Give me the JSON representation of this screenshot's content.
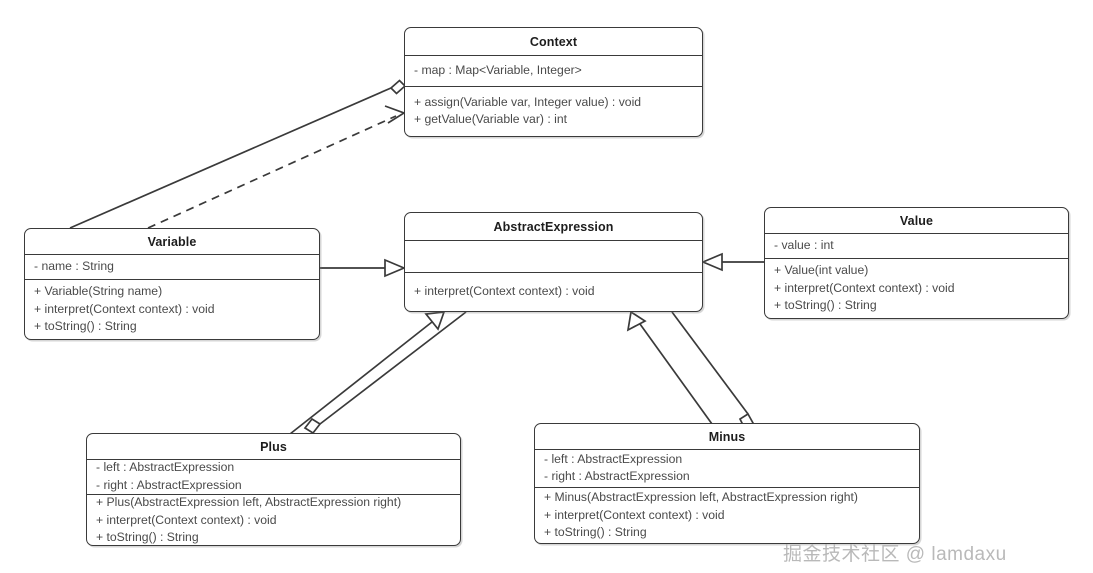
{
  "diagram": {
    "title": "Interpreter Pattern UML Class Diagram",
    "background_color": "#ffffff",
    "line_color": "#3a3a3a",
    "text_color": "#4a4a4a"
  },
  "classes": {
    "context": {
      "name": "Context",
      "attributes": [
        "- map : Map<Variable, Integer>"
      ],
      "methods": [
        "+ assign(Variable var, Integer value) : void",
        "+ getValue(Variable var) : int"
      ]
    },
    "variable": {
      "name": "Variable",
      "attributes": [
        "- name : String"
      ],
      "methods": [
        "+ Variable(String name)",
        "+ interpret(Context context) : void",
        "+ toString() : String"
      ]
    },
    "abstract_expression": {
      "name": "AbstractExpression",
      "attributes": [
        ""
      ],
      "methods": [
        "+ interpret(Context context) : void"
      ]
    },
    "value": {
      "name": "Value",
      "attributes": [
        "- value : int"
      ],
      "methods": [
        "+ Value(int value)",
        "+ interpret(Context context) : void",
        "+ toString() : String"
      ]
    },
    "plus": {
      "name": "Plus",
      "attributes": [
        "- left : AbstractExpression",
        "- right : AbstractExpression"
      ],
      "methods": [
        "+ Plus(AbstractExpression left, AbstractExpression right)",
        "+ interpret(Context context) : void",
        "+ toString() : String"
      ]
    },
    "minus": {
      "name": "Minus",
      "attributes": [
        "- left : AbstractExpression",
        "- right : AbstractExpression"
      ],
      "methods": [
        "+ Minus(AbstractExpression left, AbstractExpression right)",
        "+ interpret(Context context) : void",
        "+ toString() : String"
      ]
    }
  },
  "relationships": [
    {
      "from": "Variable",
      "to": "Context",
      "type": "aggregation",
      "style": "solid"
    },
    {
      "from": "Variable",
      "to": "Context",
      "type": "dependency",
      "style": "dashed"
    },
    {
      "from": "Variable",
      "to": "AbstractExpression",
      "type": "generalization",
      "style": "solid"
    },
    {
      "from": "Value",
      "to": "AbstractExpression",
      "type": "generalization",
      "style": "solid"
    },
    {
      "from": "Plus",
      "to": "AbstractExpression",
      "type": "generalization",
      "style": "solid"
    },
    {
      "from": "AbstractExpression",
      "to": "Plus",
      "type": "aggregation",
      "style": "solid"
    },
    {
      "from": "Minus",
      "to": "AbstractExpression",
      "type": "generalization",
      "style": "solid"
    },
    {
      "from": "AbstractExpression",
      "to": "Minus",
      "type": "aggregation",
      "style": "solid"
    }
  ],
  "watermark": {
    "text": "掘金技术社区 @ lamdaxu"
  }
}
